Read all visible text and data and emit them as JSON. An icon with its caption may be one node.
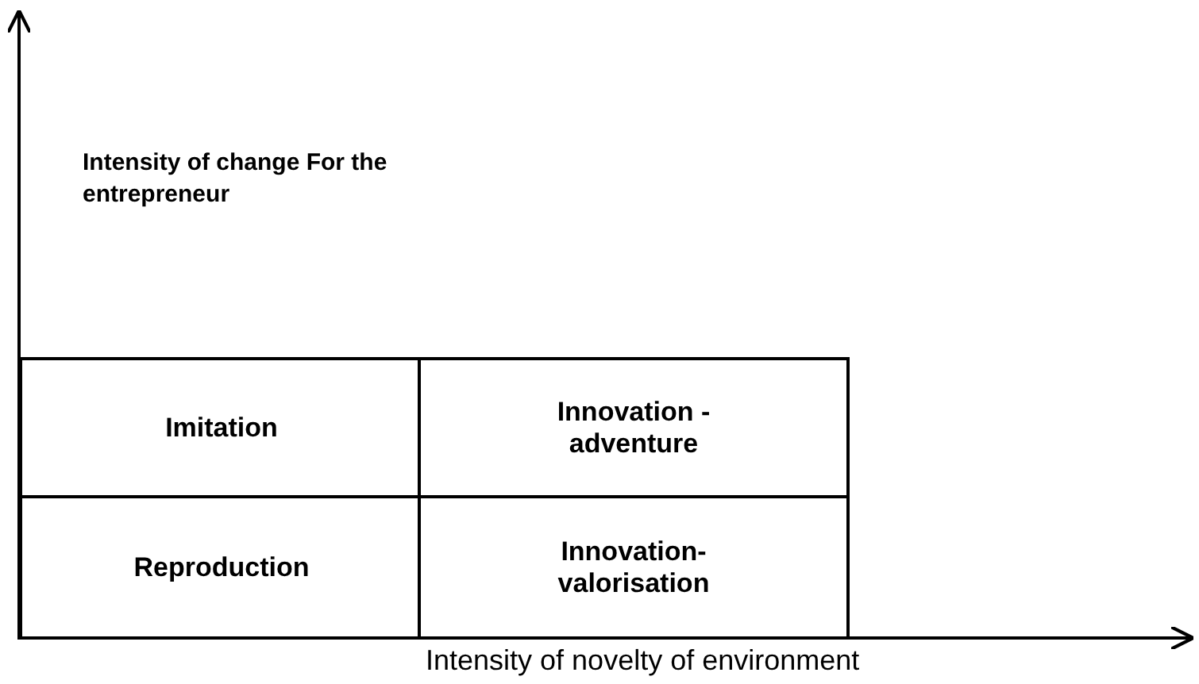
{
  "diagram": {
    "nodes": [
      {
        "text": [
          "Imitation"
        ]
      },
      {
        "text": [
          "Innovation - adventure"
        ]
      },
      {
        "text": [
          "Reproduction"
        ]
      },
      {
        "text": [
          "Innovation- valorisation"
        ]
      }
    ],
    "labels": [
      "Intensity of change For the entrepreneur",
      "Intensity of novelty of environment"
    ]
  }
}
